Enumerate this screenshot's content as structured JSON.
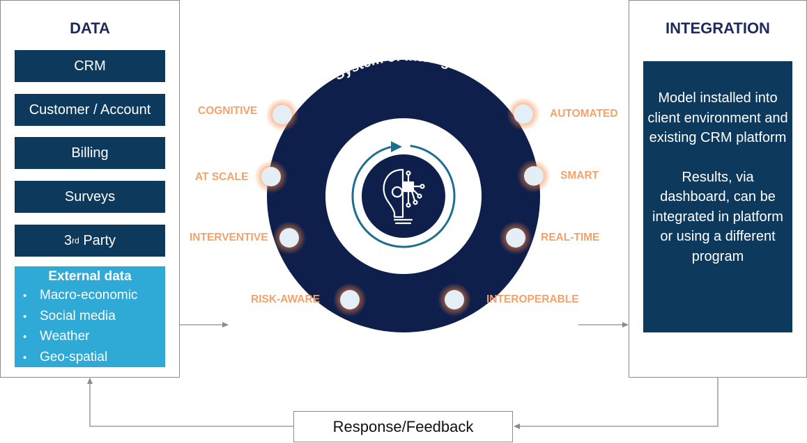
{
  "data_panel": {
    "title": "DATA",
    "sources": [
      "CRM",
      "Customer / Account",
      "Billing",
      "Surveys"
    ],
    "third_party": {
      "base": "3",
      "superscript": "rd",
      "rest": " Party"
    },
    "external": {
      "title": "External data",
      "items": [
        "Macro-economic",
        "Social media",
        "Weather",
        "Geo-spatial"
      ],
      "bullet": "•"
    }
  },
  "system": {
    "title": "System of Intelligence",
    "left_attributes": [
      "COGNITIVE",
      "AT SCALE",
      "INTERVENTIVE",
      "RISK-AWARE"
    ],
    "right_attributes": [
      "AUTOMATED",
      "SMART",
      "REAL-TIME",
      "INTEROPERABLE"
    ],
    "center_icon": "lightbulb-circuit-icon"
  },
  "integration_panel": {
    "title": "INTEGRATION",
    "paragraphs": [
      "Model installed into client environment and existing CRM platform",
      "Results, via dashboard, can be integrated in platform or using a different program"
    ]
  },
  "feedback": {
    "label": "Response/Feedback"
  },
  "colors": {
    "navy": "#0d3a5c",
    "ring": "#0f1f4b",
    "cyan": "#2fa9d6",
    "accent_orange": "#f2a26c",
    "title_navy": "#1f2a5c"
  }
}
